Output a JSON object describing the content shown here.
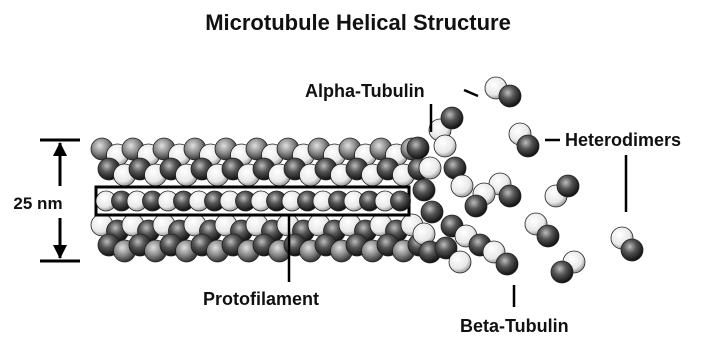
{
  "title": "Microtubule Helical Structure",
  "labels": {
    "alpha": "Alpha-Tubulin",
    "beta": "Beta-Tubulin",
    "heterodimers": "Heterodimers",
    "protofilament": "Protofilament",
    "diameter": "25 nm"
  },
  "colors": {
    "dark_subunit": "#2a2a2a",
    "light_subunit": "#f2f2f2",
    "line": "#000000",
    "background": "#ffffff"
  }
}
